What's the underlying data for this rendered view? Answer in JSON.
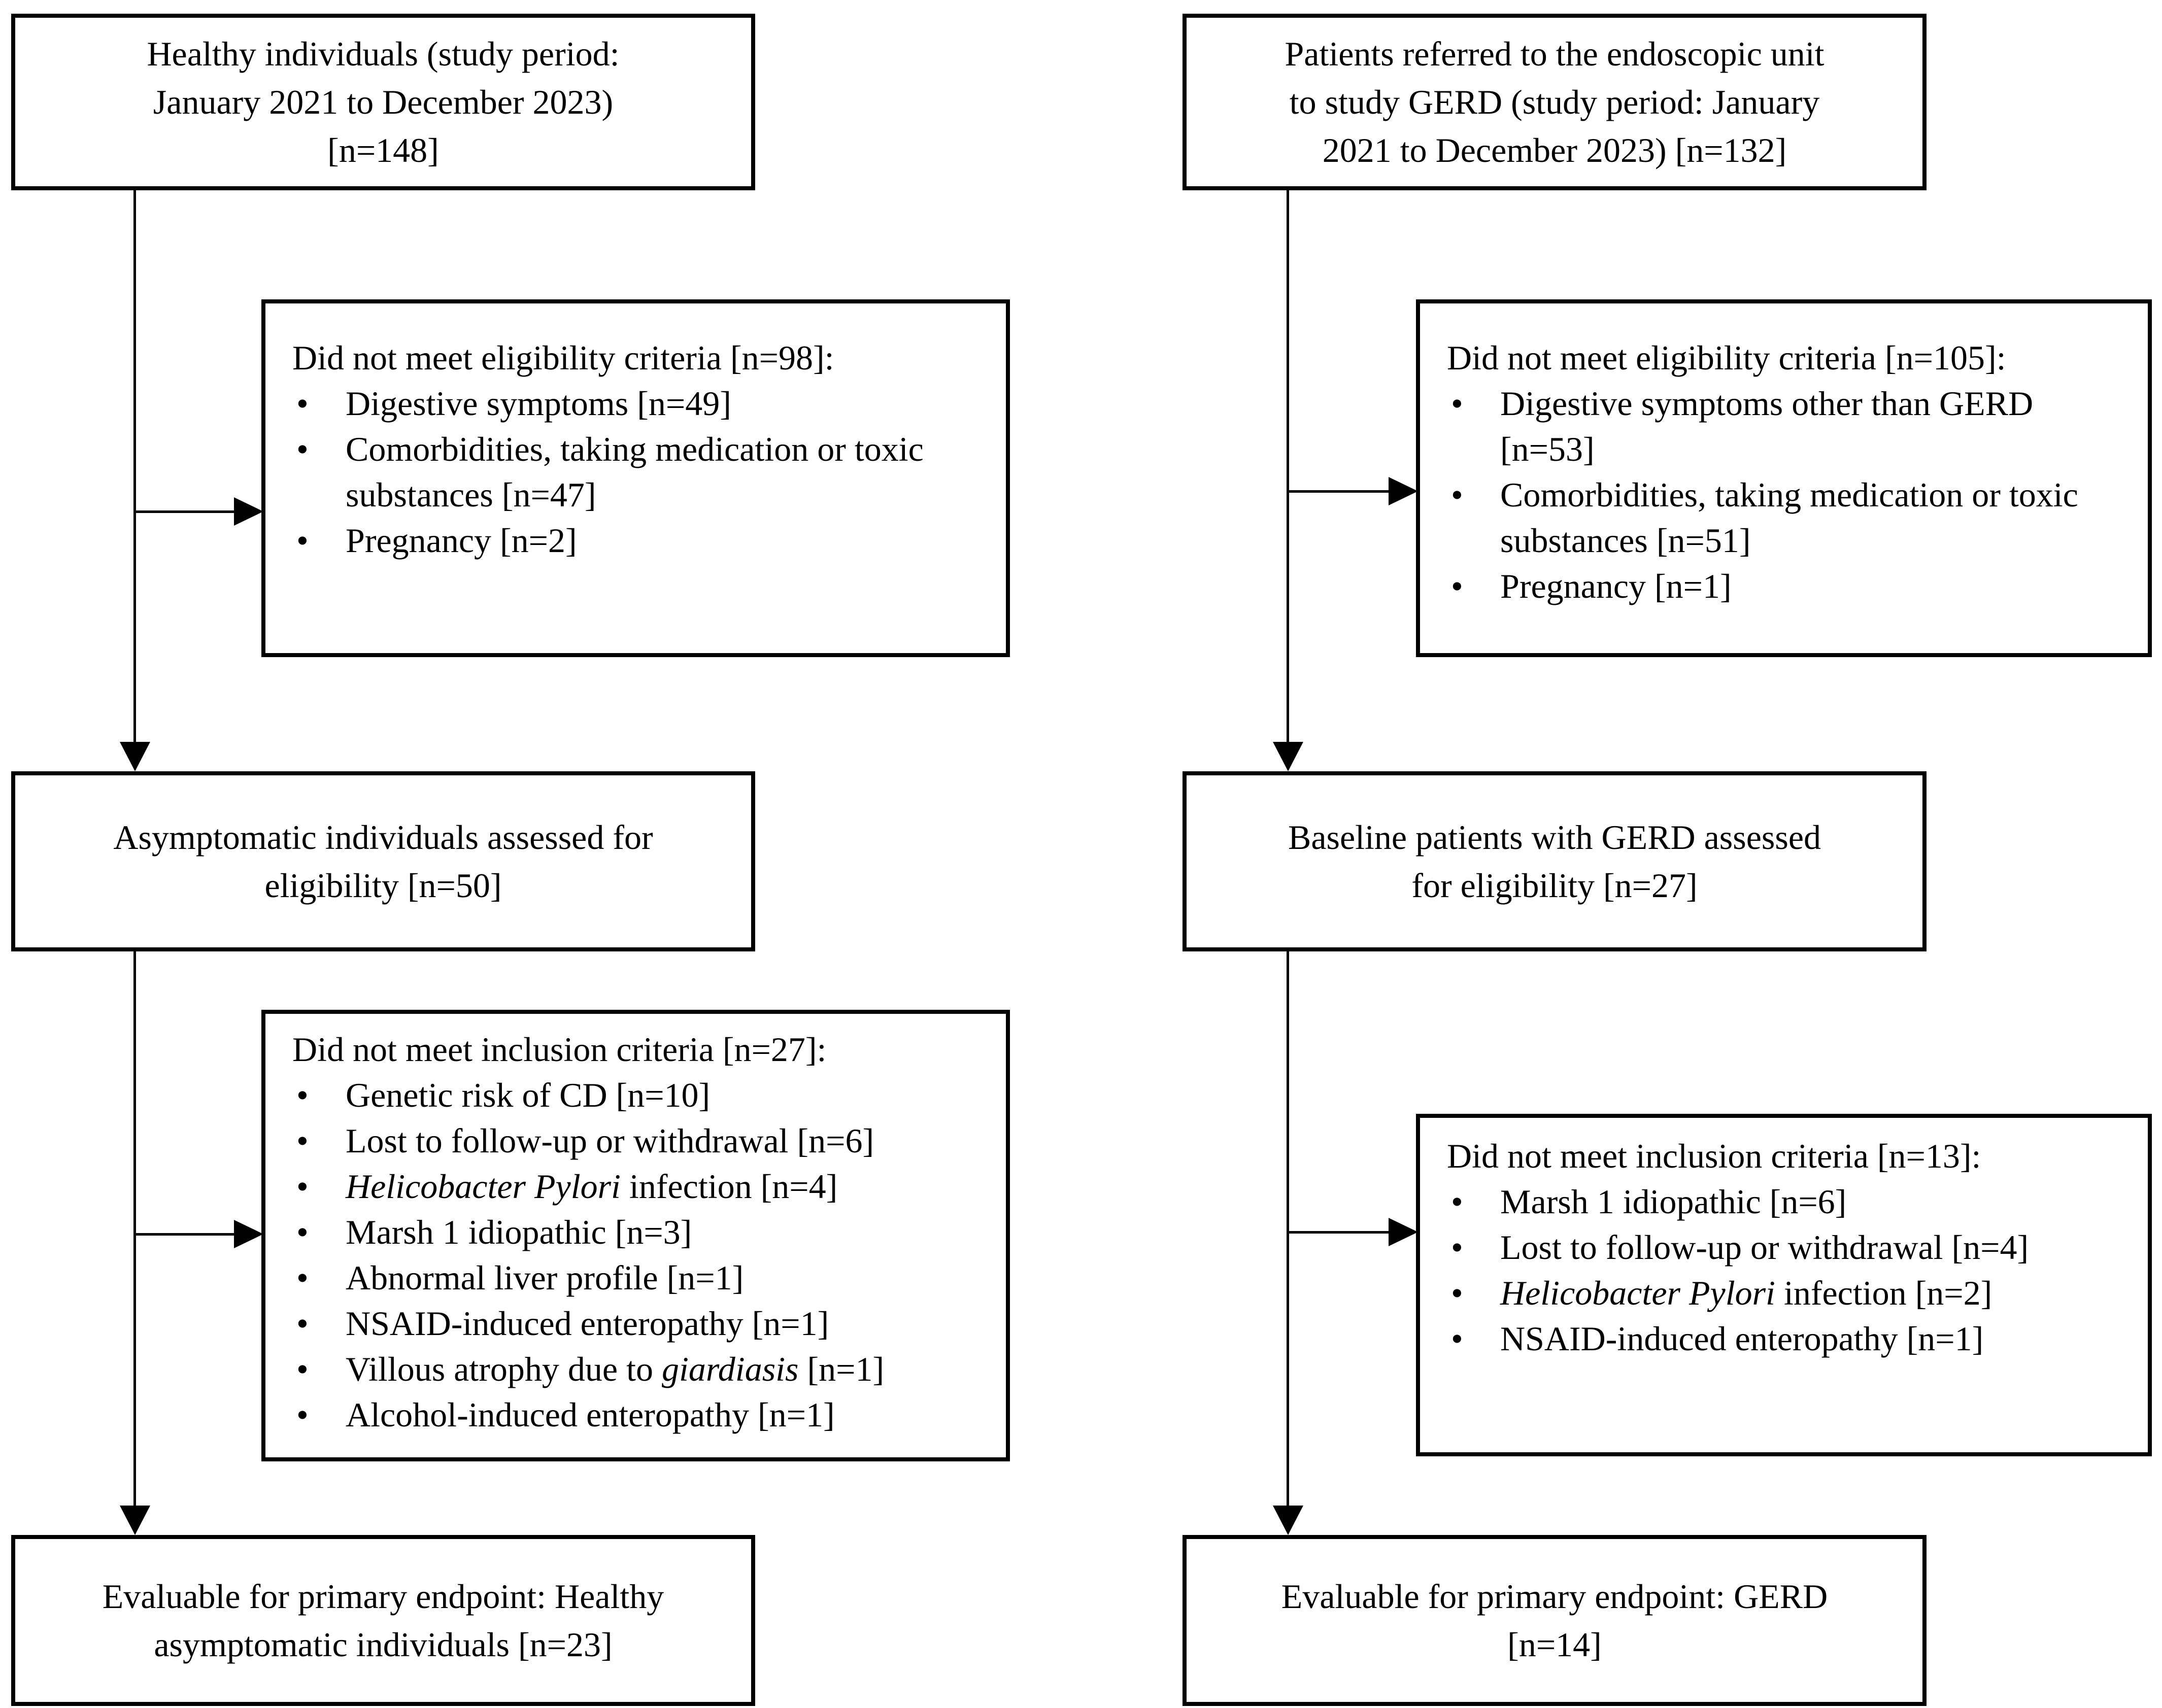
{
  "figure": {
    "bullet_char": "•",
    "colors": {
      "box_border": "#000000",
      "background": "#ffffff",
      "text": "#000000"
    },
    "left": {
      "top_box": {
        "lines": [
          "Healthy individuals (study period:",
          "January 2021 to December 2023)",
          "[n=148]"
        ]
      },
      "exclusion_box_1": {
        "title": "Did not meet eligibility criteria [n=98]:",
        "rows": [
          {
            "bullet": true,
            "segments": [
              {
                "t": "Digestive symptoms [n=49]"
              }
            ]
          },
          {
            "bullet": true,
            "segments": [
              {
                "t": "Comorbidities, taking medication or toxic"
              }
            ]
          },
          {
            "bullet": false,
            "segments": [
              {
                "t": "substances [n=47]"
              }
            ]
          },
          {
            "bullet": true,
            "segments": [
              {
                "t": "Pregnancy [n=2]"
              }
            ]
          }
        ]
      },
      "mid_box": {
        "lines": [
          "Asymptomatic individuals assessed for",
          "eligibility [n=50]"
        ]
      },
      "exclusion_box_2": {
        "title": "Did not meet inclusion criteria [n=27]:",
        "rows": [
          {
            "bullet": true,
            "segments": [
              {
                "t": "Genetic risk of CD [n=10]"
              }
            ]
          },
          {
            "bullet": true,
            "segments": [
              {
                "t": "Lost to follow-up or withdrawal [n=6]"
              }
            ]
          },
          {
            "bullet": true,
            "segments": [
              {
                "t": "Helicobacter Pylori",
                "i": true
              },
              {
                "t": " infection [n=4]"
              }
            ]
          },
          {
            "bullet": true,
            "segments": [
              {
                "t": "Marsh 1 idiopathic [n=3]"
              }
            ]
          },
          {
            "bullet": true,
            "segments": [
              {
                "t": "Abnormal liver profile [n=1]"
              }
            ]
          },
          {
            "bullet": true,
            "segments": [
              {
                "t": "NSAID-induced enteropathy [n=1]"
              }
            ]
          },
          {
            "bullet": true,
            "segments": [
              {
                "t": "Villous atrophy due to "
              },
              {
                "t": "giardiasis",
                "i": true
              },
              {
                "t": " [n=1]"
              }
            ]
          },
          {
            "bullet": true,
            "segments": [
              {
                "t": "Alcohol-induced enteropathy [n=1]"
              }
            ]
          }
        ]
      },
      "bottom_box": {
        "lines": [
          "Evaluable for primary endpoint: Healthy",
          "asymptomatic individuals [n=23]"
        ]
      }
    },
    "right": {
      "top_box": {
        "lines": [
          "Patients referred to the endoscopic unit",
          "to study GERD (study period: January",
          "2021 to December 2023) [n=132]"
        ]
      },
      "exclusion_box_1": {
        "title": "Did not meet eligibility criteria [n=105]:",
        "rows": [
          {
            "bullet": true,
            "segments": [
              {
                "t": "Digestive symptoms other than GERD"
              }
            ]
          },
          {
            "bullet": false,
            "segments": [
              {
                "t": "[n=53]"
              }
            ]
          },
          {
            "bullet": true,
            "segments": [
              {
                "t": "Comorbidities, taking medication or toxic"
              }
            ]
          },
          {
            "bullet": false,
            "segments": [
              {
                "t": "substances [n=51]"
              }
            ]
          },
          {
            "bullet": true,
            "segments": [
              {
                "t": "Pregnancy [n=1]"
              }
            ]
          }
        ]
      },
      "mid_box": {
        "lines": [
          "Baseline patients with GERD assessed",
          "for eligibility [n=27]"
        ]
      },
      "exclusion_box_2": {
        "title": "Did not meet inclusion criteria [n=13]:",
        "rows": [
          {
            "bullet": true,
            "segments": [
              {
                "t": "Marsh 1 idiopathic [n=6]"
              }
            ]
          },
          {
            "bullet": true,
            "segments": [
              {
                "t": "Lost to follow-up or withdrawal [n=4]"
              }
            ]
          },
          {
            "bullet": true,
            "segments": [
              {
                "t": "Helicobacter Pylori",
                "i": true
              },
              {
                "t": " infection [n=2]"
              }
            ]
          },
          {
            "bullet": true,
            "segments": [
              {
                "t": "NSAID-induced enteropathy [n=1]"
              }
            ]
          }
        ]
      },
      "bottom_box": {
        "lines": [
          "Evaluable for primary endpoint: GERD",
          "[n=14]"
        ]
      }
    }
  }
}
